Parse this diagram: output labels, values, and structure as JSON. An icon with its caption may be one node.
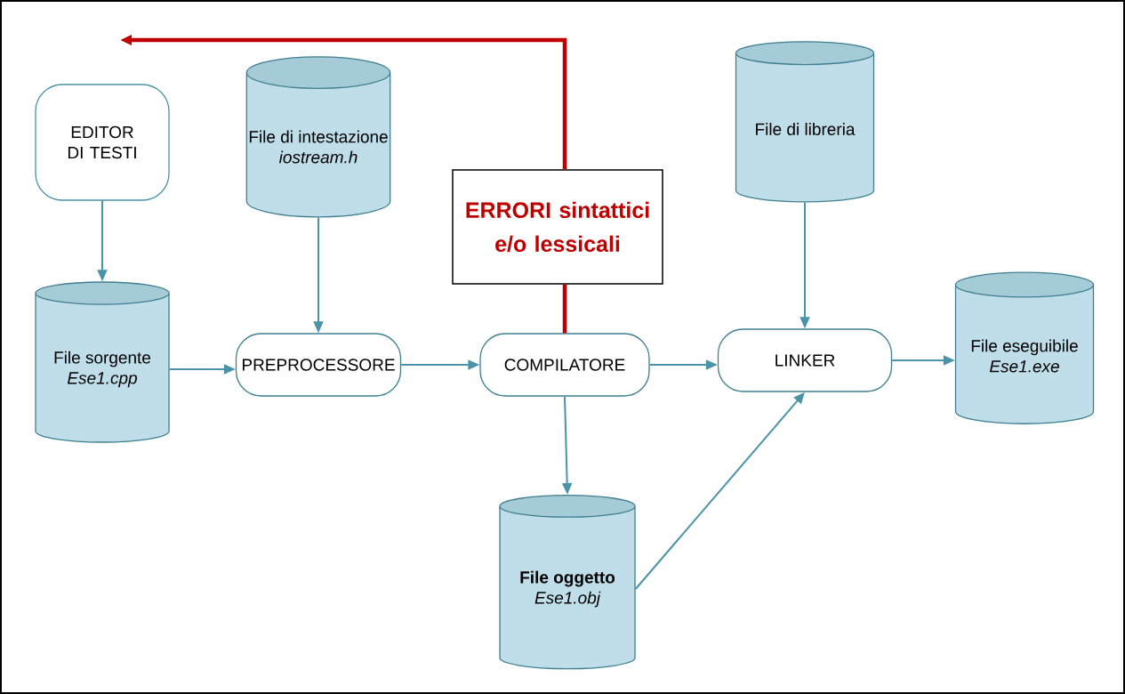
{
  "diagram": {
    "nodes": [
      {
        "text": [
          "EDITOR DI TESTI"
        ]
      },
      {
        "text": [
          "File di intestazione",
          "iostream.h"
        ]
      },
      {
        "text": [
          "File di libreria"
        ]
      },
      {
        "text": [
          "ERRORI sintattici e/o lessicali"
        ]
      },
      {
        "text": [
          "File sorgente",
          "Ese1.cpp"
        ]
      },
      {
        "text": [
          "PREPROCESSORE"
        ]
      },
      {
        "text": [
          "COMPILATORE"
        ]
      },
      {
        "text": [
          "LINKER"
        ]
      },
      {
        "text": [
          "File eseguibile",
          "Ese1.exe"
        ]
      },
      {
        "text": [
          "File oggetto",
          "Ese1.obj"
        ]
      }
    ],
    "edges": [
      {
        "from": 0,
        "to": 4,
        "arrow": "to"
      },
      {
        "from": 1,
        "to": 5,
        "arrow": "to"
      },
      {
        "from": 2,
        "to": 7,
        "arrow": "to"
      },
      {
        "from": 4,
        "to": 5,
        "arrow": "to"
      },
      {
        "from": 5,
        "to": 6,
        "arrow": "to"
      },
      {
        "from": 6,
        "to": 7,
        "arrow": "to"
      },
      {
        "from": 7,
        "to": 8,
        "arrow": "to"
      },
      {
        "from": 6,
        "to": 9,
        "arrow": "to"
      },
      {
        "from": 9,
        "to": 7,
        "arrow": "to"
      },
      {
        "from": 6,
        "to": 3,
        "arrow": "none",
        "style": "thick",
        "color": "#c00000"
      },
      {
        "from": 3,
        "to": null,
        "arrow": "to",
        "style": "thick",
        "color": "#c00000"
      }
    ]
  }
}
